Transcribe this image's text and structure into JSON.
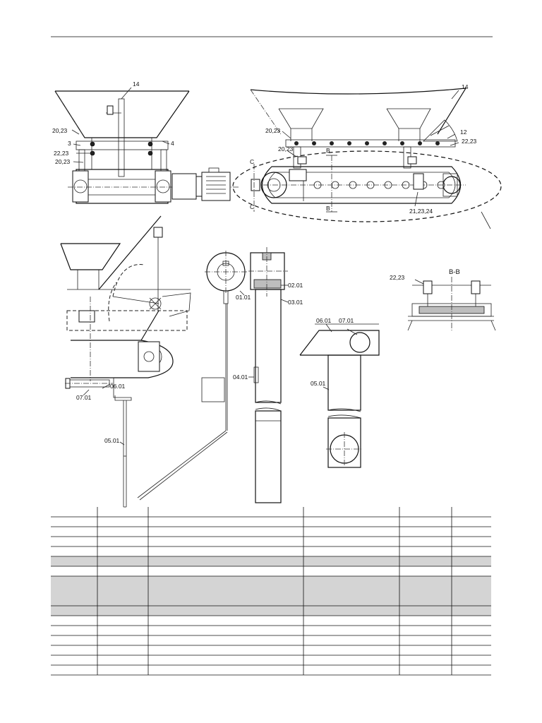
{
  "labels": {
    "top_left": [
      "14",
      "20,23",
      "3",
      "4",
      "22,23",
      "20,23"
    ],
    "top_right": [
      "14",
      "20,23",
      "12",
      "22,23",
      "20,23",
      "B",
      "C",
      "C",
      "B",
      "21,23,24"
    ],
    "parts": [
      "01.01",
      "02.01",
      "03.01",
      "04.01",
      "06.01",
      "07.01",
      "05.01",
      "06.01",
      "07.01",
      "05.01"
    ],
    "section": {
      "title": "B-B",
      "callout": "22,23"
    }
  },
  "table": {
    "columns": 6,
    "row_kinds": [
      "white",
      "white",
      "white",
      "white",
      "gray",
      "white",
      "tall-gray",
      "gray",
      "white",
      "white",
      "white",
      "white",
      "white"
    ]
  }
}
